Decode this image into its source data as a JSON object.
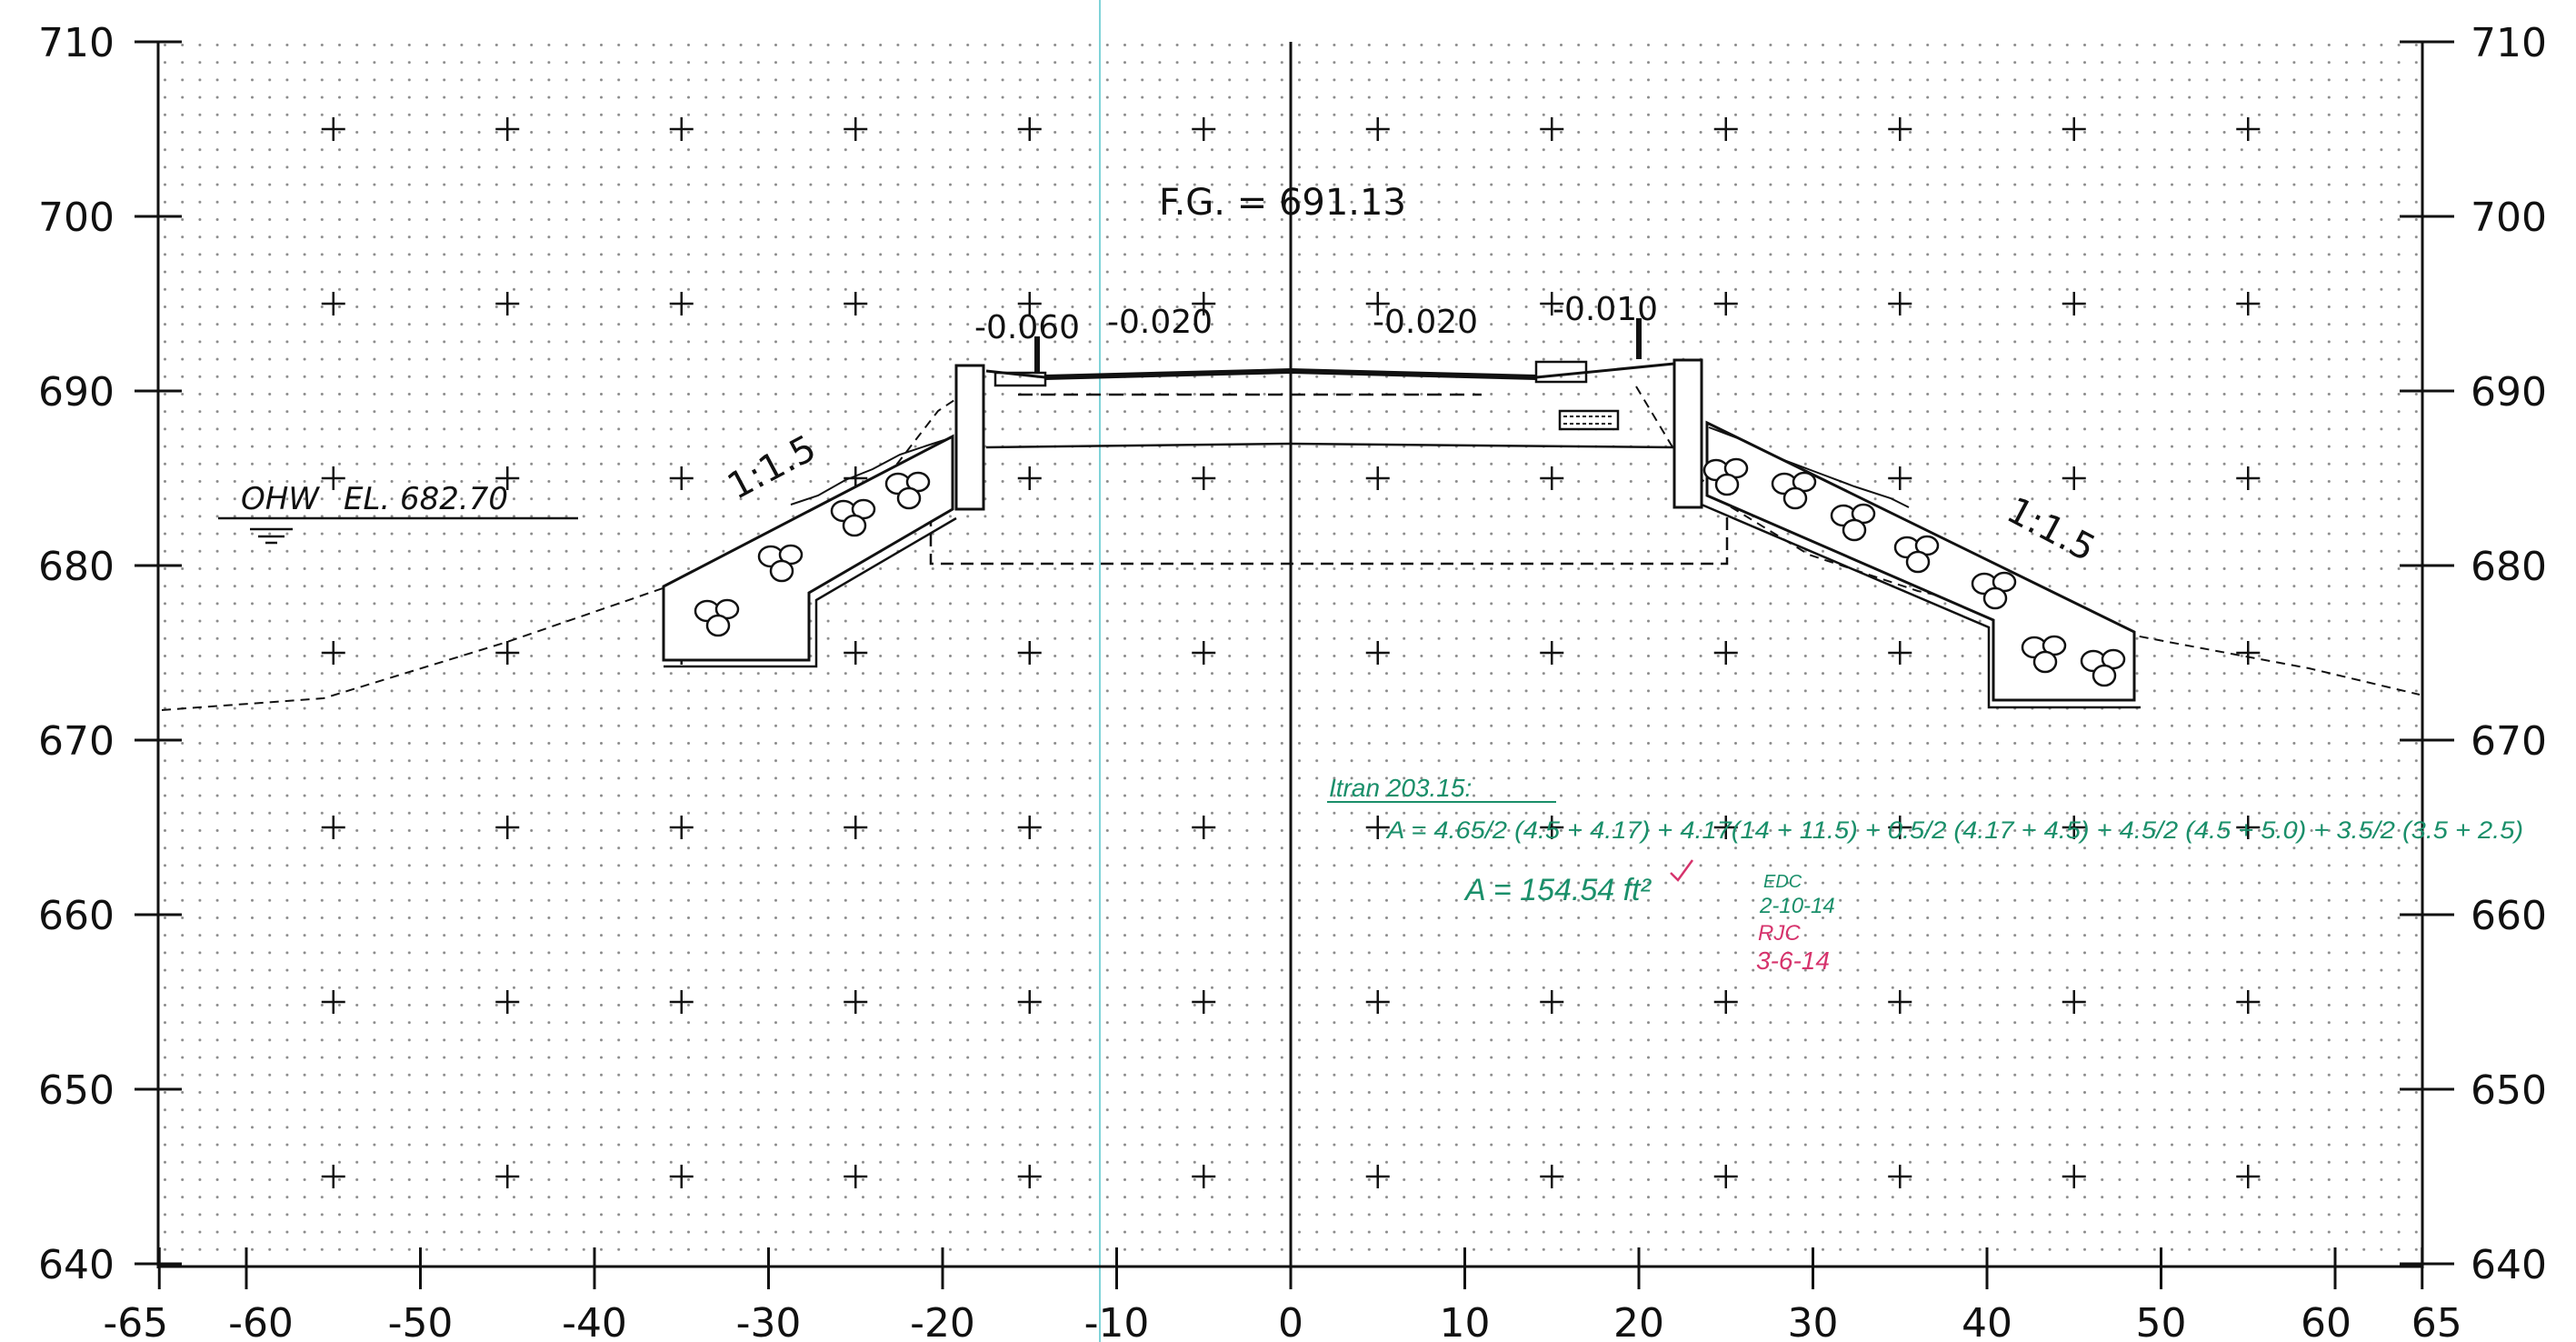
{
  "x_ticks": [
    {
      "v": -65,
      "label": "-65"
    },
    {
      "v": -60,
      "label": "-60"
    },
    {
      "v": -50,
      "label": "-50"
    },
    {
      "v": -40,
      "label": "-40"
    },
    {
      "v": -30,
      "label": "-30"
    },
    {
      "v": -20,
      "label": "-20"
    },
    {
      "v": -10,
      "label": "-10"
    },
    {
      "v": 0,
      "label": "0"
    },
    {
      "v": 10,
      "label": "10"
    },
    {
      "v": 20,
      "label": "20"
    },
    {
      "v": 30,
      "label": "30"
    },
    {
      "v": 40,
      "label": "40"
    },
    {
      "v": 50,
      "label": "50"
    },
    {
      "v": 60,
      "label": "60"
    },
    {
      "v": 65,
      "label": "65"
    }
  ],
  "y_ticks": [
    {
      "v": 710,
      "label": "710"
    },
    {
      "v": 700,
      "label": "700"
    },
    {
      "v": 690,
      "label": "690"
    },
    {
      "v": 680,
      "label": "680"
    },
    {
      "v": 670,
      "label": "670"
    },
    {
      "v": 660,
      "label": "660"
    },
    {
      "v": 650,
      "label": "650"
    },
    {
      "v": 640,
      "label": "640"
    }
  ],
  "labels": {
    "finished_grade": "F.G. = 691.13",
    "slope_left_outer": "-0.060",
    "slope_left_inner": "-0.020",
    "slope_right_inner": "-0.020",
    "slope_right_outer": "-0.010",
    "side_slope_left": "1:1.5",
    "side_slope_right": "1:1.5",
    "ohw": "OHW",
    "ohw_elevation": "EL. 682.70"
  },
  "annotations": {
    "calc_heading": "Itran 203.15:",
    "calc_formula": "A = 4.65/2 (4.5 + 4.17) + 4.17(14 + 11.5) + 0.5/2 (4.17 + 4.5) + 4.5/2 (4.5 + 5.0) + 3.5/2 (3.5 + 2.5)",
    "calc_result": "A = 154.54 ft²",
    "check_initials_1": "EDC",
    "check_date_1": "2-10-14",
    "check_initials_2": "RJC",
    "check_date_2": "3-6-14"
  },
  "colors": {
    "linework": "#111111",
    "dot_grid": "#8a8a8a",
    "green_note": "#1a8f6a",
    "pink_note": "#d6336c",
    "cyan_line": "#7fd3d8"
  }
}
